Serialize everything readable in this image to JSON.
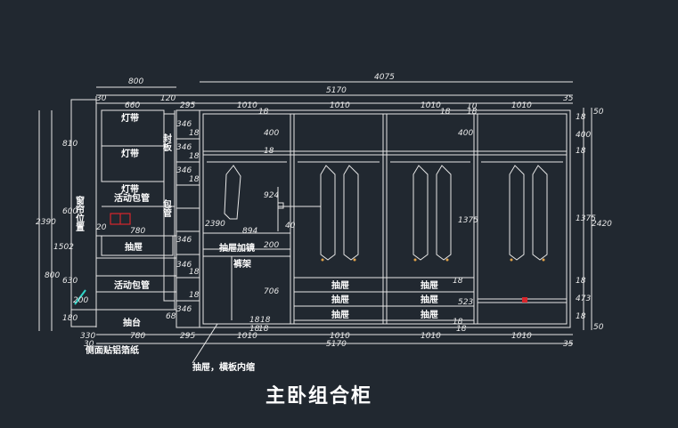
{
  "title": "主卧组合柜",
  "colors": {
    "background": "#212830",
    "line": "#e6e6e6",
    "accent_red": "#d8262c",
    "accent_cyan": "#2fd6c8",
    "hanger_gold": "#e0a24a"
  },
  "dims": {
    "top_800": "800",
    "top_4075": "4075",
    "top_5170": "5170",
    "top_30": "30",
    "top_660": "660",
    "top_120": "120",
    "top_295": "295",
    "top_1010a": "1010",
    "top_1010b": "1010",
    "top_1010c": "1010",
    "top_1010d": "1010",
    "top_35": "35",
    "top_18a": "18",
    "top_18b": "18",
    "top_18c": "18",
    "right_50a": "50",
    "right_18a": "18",
    "right_400": "400",
    "right_18b": "18",
    "right_1375": "1375",
    "right_18c": "18",
    "right_473": "473",
    "right_18d": "18",
    "right_50b": "50",
    "right_2420": "2420",
    "left_810": "810",
    "left_2390": "2390",
    "left_600": "600",
    "left_1502": "1502",
    "left_800": "800",
    "left_630": "630",
    "left_180": "180",
    "left_20": "20",
    "inner_780a": "780",
    "left_200": "200",
    "c1_346a": "346",
    "c1_346b": "346",
    "c1_346c": "346",
    "c1_346d": "346",
    "c1_346e": "346",
    "c1_346f": "346",
    "c1_18a": "18",
    "c1_18b": "18",
    "c1_18c": "18",
    "c1_18d": "18",
    "c1_18e": "18",
    "c1_68": "68",
    "mid_2390": "2390",
    "mid_894": "894",
    "mid_924": "924",
    "mid_40": "40",
    "mid_200": "200",
    "mid_706": "706",
    "c2_400": "400",
    "c2_18a": "18",
    "c2_18b": "18",
    "c2_18c": "18",
    "c3_400": "400",
    "c3_1375": "1375",
    "c3_18a": "18",
    "c3_523": "523",
    "c3_18b": "18",
    "bot_330": "330",
    "bot_780": "780",
    "bot_30": "30",
    "bot_295": "295",
    "bot_1010a": "1010",
    "bot_1010b": "1010",
    "bot_1010c": "1010",
    "bot_1010d": "1010",
    "bot_5170": "5170",
    "bot_35": "35",
    "bot_18a": "18",
    "bot_18b": "18",
    "bot_18c": "18",
    "bot_10": "10"
  },
  "labels": {
    "light1": "灯带",
    "light2": "灯带",
    "light3": "灯带",
    "pipe1": "活动包管",
    "pipe2": "活动包管",
    "window": "窗帘位置",
    "drawer_left": "抽屉",
    "platform": "抽台",
    "side_panel": "侧面贴铝箔纸",
    "seal": "封板",
    "pipe_col": "包管",
    "drawer_glass": "抽屉加镜",
    "shoe_rack": "裤架",
    "drawer_note": "抽屉，横板内缩",
    "drw_a1": "抽屉",
    "drw_a2": "抽屉",
    "drw_a3": "抽屉",
    "drw_b1": "抽屉",
    "drw_b2": "抽屉",
    "drw_b3": "抽屉"
  }
}
